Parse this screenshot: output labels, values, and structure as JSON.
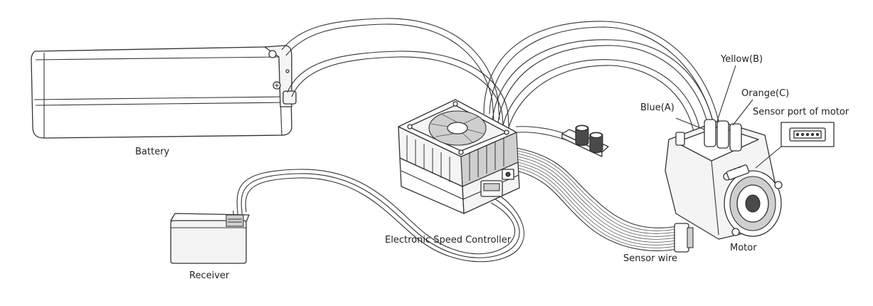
{
  "labels": {
    "battery": "Battery",
    "receiver": "Receiver",
    "esc": "Electronic Speed Controller",
    "sensor_wire": "Sensor wire",
    "motor": "Motor",
    "blue": "Blue(A)",
    "yellow": "Yellow(B)",
    "orange": "Orange(C)",
    "sensor_port": "Sensor port of motor"
  }
}
